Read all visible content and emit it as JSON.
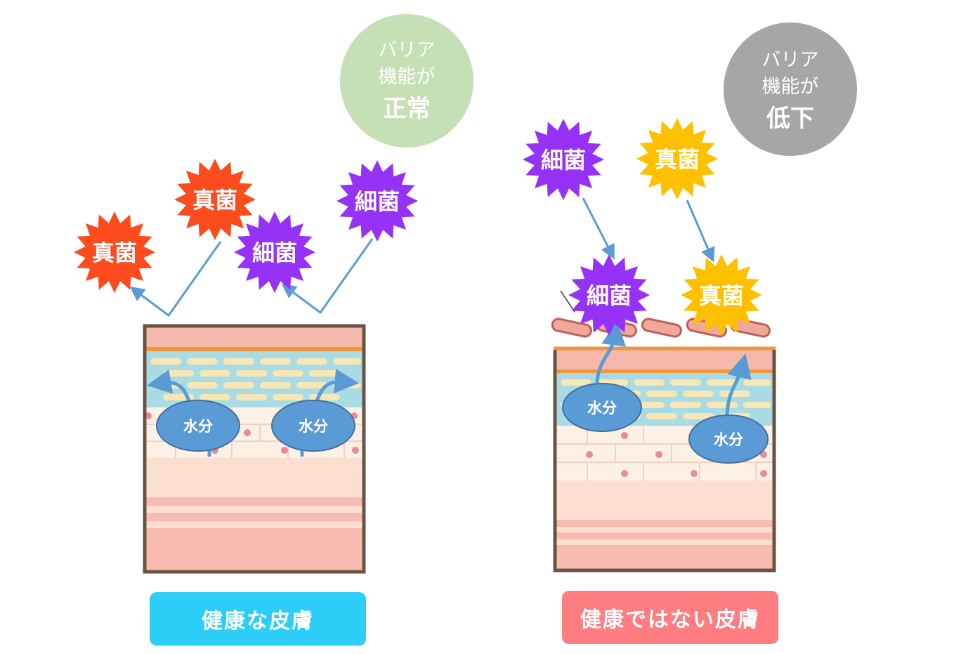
{
  "left": {
    "barrier_badge": {
      "line1": "バリア",
      "line2": "機能が",
      "status": "正常",
      "color": "#c5e0b4"
    },
    "microbes": [
      {
        "label": "真菌",
        "kind": "fungus",
        "color": "#fc4b1c"
      },
      {
        "label": "真菌",
        "kind": "fungus",
        "color": "#fc4b1c"
      },
      {
        "label": "細菌",
        "kind": "bacteria",
        "color": "#9632f5"
      },
      {
        "label": "細菌",
        "kind": "bacteria",
        "color": "#9632f5"
      }
    ],
    "moisture": [
      {
        "label": "水分"
      },
      {
        "label": "水分"
      }
    ],
    "caption": "健康な皮膚",
    "caption_color": "#2ccdf6"
  },
  "right": {
    "barrier_badge": {
      "line1": "バリア",
      "line2": "機能が",
      "status": "低下",
      "color": "#a6a6a6"
    },
    "microbes": [
      {
        "label": "細菌",
        "kind": "bacteria",
        "color": "#9632f5"
      },
      {
        "label": "真菌",
        "kind": "fungus",
        "color": "#ffc000"
      },
      {
        "label": "細菌",
        "kind": "bacteria",
        "color": "#9632f5"
      },
      {
        "label": "真菌",
        "kind": "fungus",
        "color": "#ffc000"
      }
    ],
    "moisture": [
      {
        "label": "水分"
      },
      {
        "label": "水分"
      }
    ],
    "caption": "健康ではない皮膚",
    "caption_color": "#ff7c80"
  }
}
